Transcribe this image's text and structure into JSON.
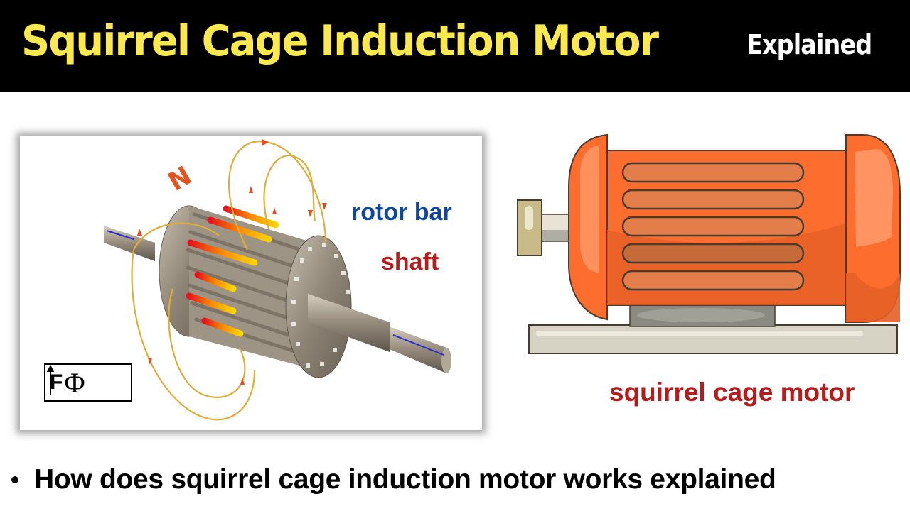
{
  "header": {
    "title": "Squirrel Cage Induction Motor",
    "subtitle": "Explained",
    "background_color": "#000000",
    "title_color": "#fce94f",
    "subtitle_color": "#ffffff"
  },
  "rotor_illustration": {
    "pole_label": "N",
    "labels": {
      "rotor_bar": "rotor bar",
      "shaft": "shaft"
    },
    "label_colors": {
      "rotor_bar": "#0d47a1",
      "shaft": "#b71c1c"
    },
    "formula": {
      "force_symbol": "F",
      "flux_symbol": "Φ",
      "arrows": "up"
    }
  },
  "motor_illustration": {
    "caption": "squirrel cage motor",
    "caption_color": "#b71c1c",
    "body_color": "#fd6d2e",
    "fin_count": 5
  },
  "bullets": [
    {
      "text": "How does squirrel cage induction motor works explained"
    }
  ]
}
